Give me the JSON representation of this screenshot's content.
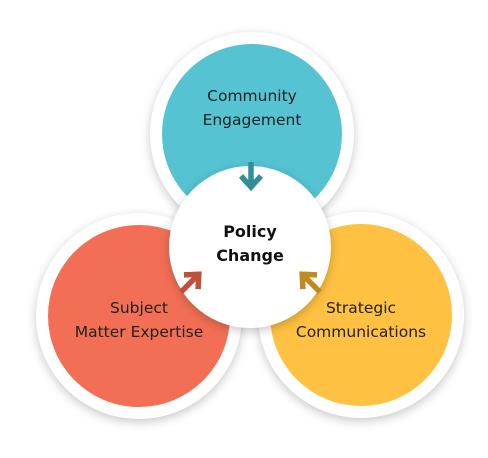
{
  "diagram": {
    "center": {
      "lines": [
        "Policy",
        "Change"
      ]
    },
    "nodes": [
      {
        "id": "community-engagement",
        "lines": [
          "Community",
          "Engagement"
        ],
        "color": "#55C3D2",
        "arrow_color": "#2F8F98"
      },
      {
        "id": "subject-matter-expertise",
        "lines": [
          "Subject",
          "Matter Expertise"
        ],
        "color": "#F26F55",
        "arrow_color": "#C0503A"
      },
      {
        "id": "strategic-communications",
        "lines": [
          "Strategic",
          "Communications"
        ],
        "color": "#FEC141",
        "arrow_color": "#C08A1E"
      }
    ]
  }
}
